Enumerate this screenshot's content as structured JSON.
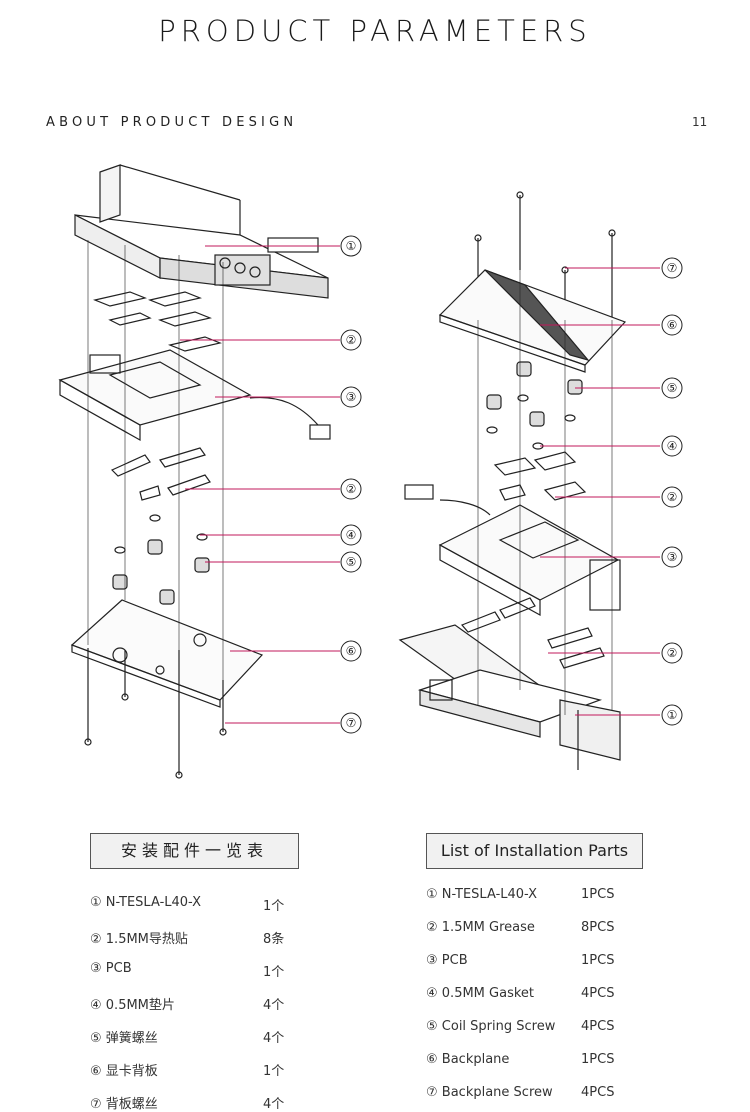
{
  "header": {
    "title": "PRODUCT PARAMETERS",
    "subtitle": "ABOUT PRODUCT DESIGN",
    "page_number": "11"
  },
  "diagram_left_callouts": [
    "①",
    "②",
    "③",
    "②",
    "④",
    "⑤",
    "⑥",
    "⑦"
  ],
  "diagram_right_callouts": [
    "⑦",
    "⑥",
    "⑤",
    "④",
    "②",
    "③",
    "②",
    "①"
  ],
  "parts_cn": {
    "title": "安装配件一览表",
    "items": [
      {
        "name": "① N-TESLA-L40-X",
        "qty": "1个"
      },
      {
        "name": "② 1.5MM导热贴",
        "qty": "8条"
      },
      {
        "name": "③ PCB",
        "qty": "1个"
      },
      {
        "name": "④ 0.5MM垫片",
        "qty": "4个"
      },
      {
        "name": "⑤ 弹簧螺丝",
        "qty": "4个"
      },
      {
        "name": "⑥ 显卡背板",
        "qty": "1个"
      },
      {
        "name": "⑦ 背板螺丝",
        "qty": "4个"
      }
    ]
  },
  "parts_en": {
    "title": "List of Installation Parts",
    "items": [
      {
        "name": "① N-TESLA-L40-X",
        "qty": "1PCS"
      },
      {
        "name": "② 1.5MM Grease",
        "qty": "8PCS"
      },
      {
        "name": "③ PCB",
        "qty": "1PCS"
      },
      {
        "name": "④ 0.5MM Gasket",
        "qty": "4PCS"
      },
      {
        "name": "⑤ Coil Spring Screw",
        "qty": "4PCS"
      },
      {
        "name": "⑥ Backplane",
        "qty": "1PCS"
      },
      {
        "name": "⑦ Backplane Screw",
        "qty": "4PCS"
      }
    ]
  },
  "colors": {
    "leader_line": "#c2185b",
    "line_art": "#222222",
    "box_bg": "#f1f1f1"
  }
}
